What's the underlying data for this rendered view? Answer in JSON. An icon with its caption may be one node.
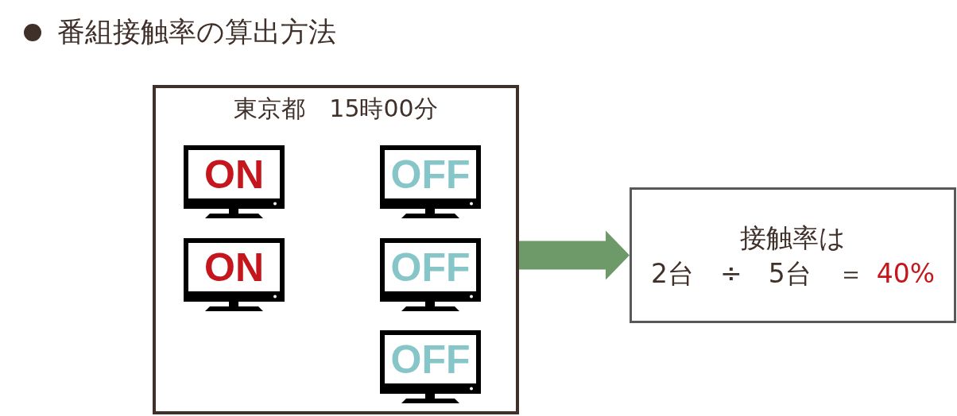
{
  "diagram": {
    "title": "番組接触率の算出方法",
    "nodes": [
      {
        "text": [
          "東京都　15時00分"
        ]
      },
      {
        "text": [
          "ON"
        ],
        "in": 0
      },
      {
        "text": [
          "OFF"
        ],
        "in": 0
      },
      {
        "text": [
          "ON"
        ],
        "in": 0
      },
      {
        "text": [
          "OFF"
        ],
        "in": 0
      },
      {
        "text": [
          "OFF"
        ],
        "in": 0
      },
      {
        "text": [
          "接触率は",
          "2台　÷　5台　＝",
          "40%"
        ]
      }
    ],
    "edges": [
      {
        "from": 0,
        "to": 6,
        "arrow": "to",
        "style": "thick"
      }
    ]
  }
}
